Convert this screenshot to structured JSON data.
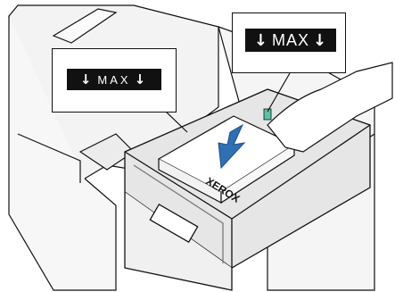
{
  "illustration": {
    "subject": "printer-paper-tray-loading",
    "colors": {
      "line": "#111111",
      "tray": "#e6e6e6",
      "paper": "#ffffff",
      "arrow": "#2f6fb3",
      "tab": "#5bc2a6"
    }
  },
  "callouts": {
    "left": {
      "label": "MAX",
      "arrow_icon": "down-arrow-icon"
    },
    "right": {
      "label": "MAX",
      "arrow_icon": "down-arrow-icon"
    }
  },
  "paper": {
    "brand": "XEROX"
  }
}
